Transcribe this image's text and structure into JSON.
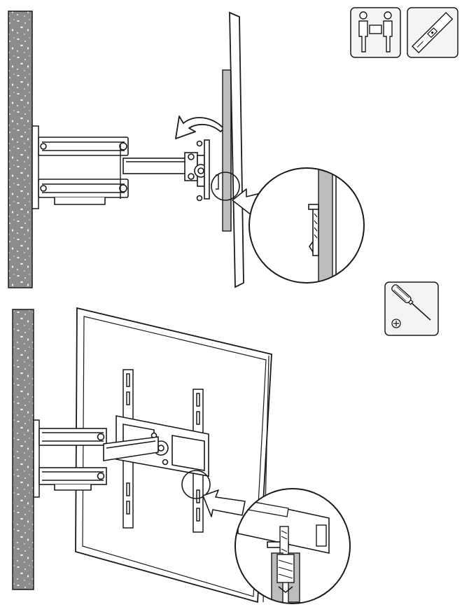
{
  "page": {
    "background": "#ffffff",
    "colors": {
      "ink": "#1a1a1a",
      "wall": "#8c8c8c",
      "wall_speckle": "#f2f2f2",
      "panel_gray": "#bdbdbd",
      "badge_bg": "#f4f4f4"
    }
  },
  "icons": {
    "two_person_lift": "two-person-lift-icon",
    "spirit_level": "spirit-level-icon",
    "screwdriver": "phillips-screwdriver-icon",
    "phillips_symbol": "phillips-head-symbol-icon",
    "rotate_arrow": "tilt-arrow-icon",
    "callout_arrow": "callout-arrow-icon"
  },
  "steps": [
    {
      "id": "step-hook-tv",
      "view": "side"
    },
    {
      "id": "step-secure-screw",
      "view": "front"
    }
  ]
}
